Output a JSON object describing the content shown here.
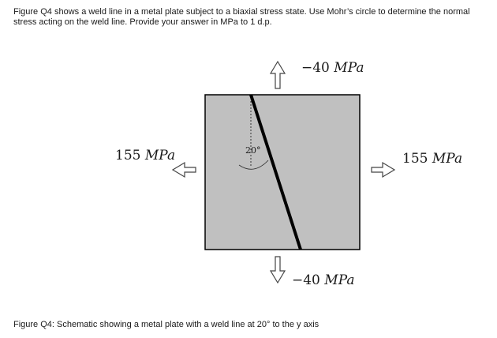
{
  "problem": {
    "text": "Figure Q4 shows a weld line in a metal plate subject to a biaxial stress state.  Use Mohr’s circle to determine the normal stress acting on the weld line. Provide your answer in MPa to 1 d.p."
  },
  "figure": {
    "stress_top": {
      "value": "−40",
      "unit": "MPa"
    },
    "stress_bottom": {
      "value": "−40",
      "unit": "MPa"
    },
    "stress_left": {
      "value": "155",
      "unit": "MPa"
    },
    "stress_right": {
      "value": "155",
      "unit": "MPa"
    },
    "weld_angle_label": "20°",
    "plate_color": "#c0c0c0"
  },
  "caption": "Figure Q4: Schematic showing a metal plate with a weld line at 20° to the y axis"
}
